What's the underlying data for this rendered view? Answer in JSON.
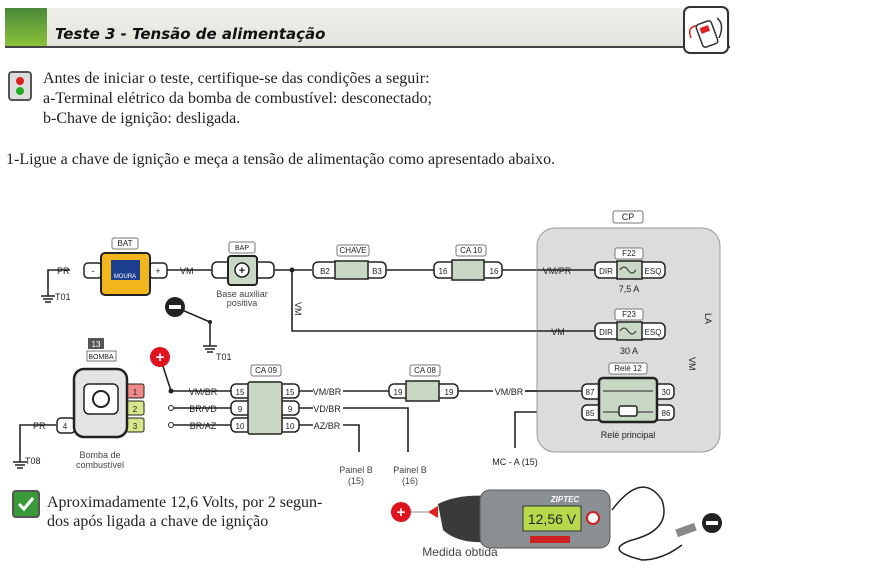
{
  "header": {
    "title": "Teste 3 - Tensão de alimentação",
    "icon": "multimeter-icon"
  },
  "precheck": {
    "icon": "traffic-light-icon",
    "lines": [
      "Antes de iniciar o teste, certifique-se das condições a seguir:",
      "a-Terminal elétrico da bomba de combustível: desconectado;",
      "b-Chave de ignição: desligada."
    ]
  },
  "step": "1-Ligue a chave de ignição e meça a tensão de alimentação como apresentado abaixo.",
  "diagram": {
    "cp": "CP",
    "bat": {
      "label": "BAT",
      "brand": "MOURA",
      "neg": "-",
      "pos": "+",
      "ground_wire": "PR",
      "ground": "T01",
      "out_wire": "VM"
    },
    "bap": {
      "label": "BAP",
      "name1": "Base auxiliar",
      "name2": "positiva"
    },
    "vm_vertical": "VM",
    "chave": {
      "label": "CHAVE",
      "in": "B2",
      "out": "B3"
    },
    "ca10": {
      "label": "CA 10",
      "in": "16",
      "out": "16"
    },
    "f22": {
      "label": "F22",
      "in": "DIR",
      "out": "ESQ",
      "rating": "7,5 A",
      "wire": "VM/PR"
    },
    "f23": {
      "label": "F23",
      "in": "DIR",
      "out": "ESQ",
      "rating": "30 A",
      "wire": "VM"
    },
    "la": "LA",
    "vm_relay": "VM",
    "rele": {
      "label": "Relé 12",
      "p87": "87",
      "p85": "85",
      "p30": "30",
      "p86": "86",
      "name": "Relé principal"
    },
    "mc": "MC - A (15)",
    "probe_ground": "T01",
    "bomba": {
      "num": "13",
      "label": "BOMBA",
      "p1": "1",
      "p2": "2",
      "p3": "3",
      "p4": "4",
      "ground_wire": "PR",
      "ground": "T08",
      "name1": "Bomba de",
      "name2": "combustível"
    },
    "ca09": {
      "label": "CA 09",
      "rows": [
        {
          "left_wire": "VM/BR",
          "pin": "15",
          "right_wire": "VM/BR"
        },
        {
          "left_wire": "BR/VD",
          "pin": "9",
          "right_wire": "VD/BR"
        },
        {
          "left_wire": "BR/AZ",
          "pin": "10",
          "right_wire": "AZ/BR"
        }
      ]
    },
    "ca08": {
      "label": "CA 08",
      "pin": "19",
      "wire": "VM/BR"
    },
    "painel15": {
      "l1": "Painel B",
      "l2": "(15)"
    },
    "painel16": {
      "l1": "Painel B",
      "l2": "(16)"
    },
    "colors": {
      "connector": "#c8d8c4",
      "battery": "#f2b51c",
      "cp_box": "#dcdcdc",
      "plus": "#e0141e",
      "pin1": "#f08a8a",
      "pin23": "#d6e68a"
    }
  },
  "result": {
    "icon": "checkmark-icon",
    "line1": "Aproximadamente 12,6 Volts, por 2 segun-",
    "line2": "dos após ligada a chave de ignição"
  },
  "meter": {
    "brand": "ZIPTEC",
    "reading": "12,56 V",
    "caption": "Medida obtida",
    "display_color": "#b6d84a"
  }
}
